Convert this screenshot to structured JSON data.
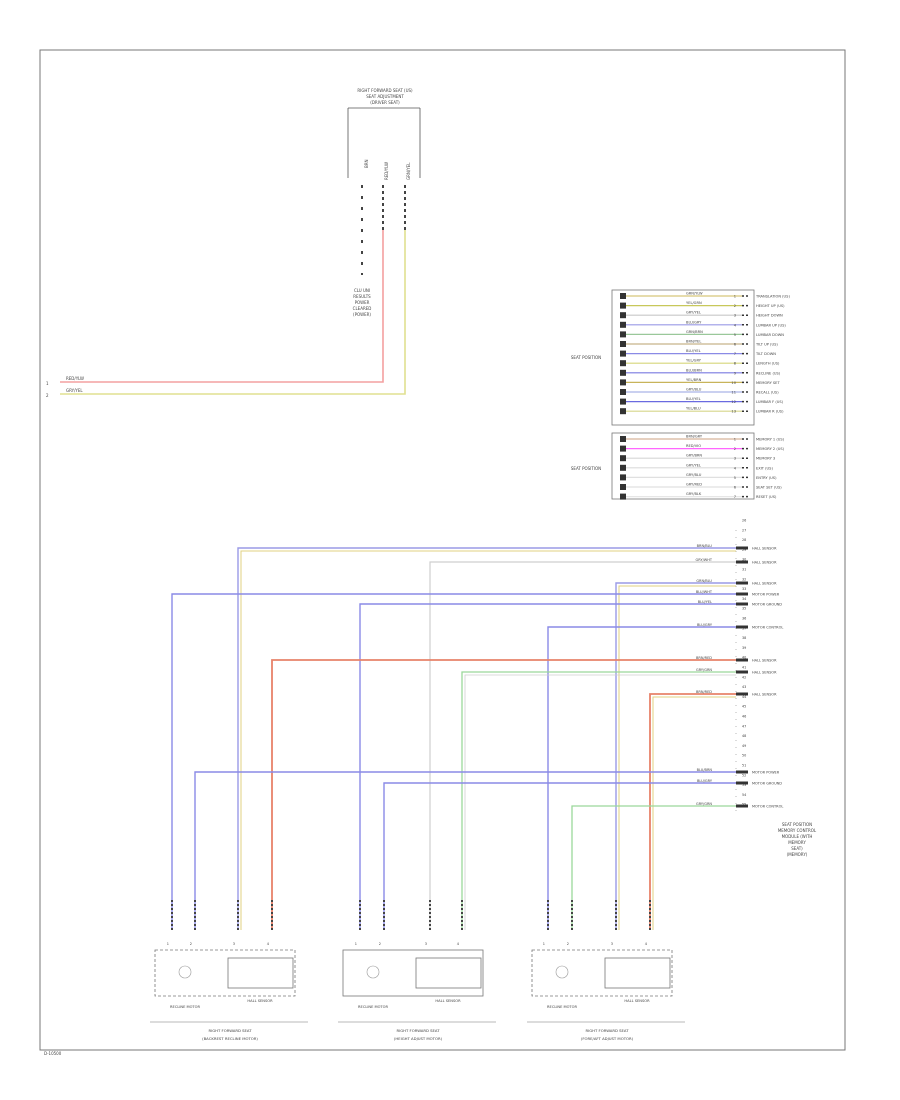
{
  "top_connector": {
    "title_lines": [
      "RIGHT FORWARD SEAT (US)",
      "SEAT ADJUSTMENT",
      "(DRIVER SEAT)"
    ],
    "pin_labels": [
      "BRN",
      "RED/YLW",
      "GRN/YEL"
    ],
    "note_lines": [
      "CLU UNI",
      "RESULTS",
      "POWER",
      "CLEARED",
      "(POWER)"
    ]
  },
  "left_inputs": [
    {
      "pin": "1",
      "wire": "RED/YLW"
    },
    {
      "pin": "2",
      "wire": "GRY/YEL"
    }
  ],
  "module": {
    "group1_label": "SEAT POSITION",
    "group2_label": "SEAT POSITION",
    "label_lines": [
      "SEAT POSITION",
      "MEMORY CONTROL",
      "MODULE (WITH",
      "MEMORY",
      "SEAT)",
      "(MEMORY)"
    ]
  },
  "group1_rows": [
    {
      "wire": "GRN/YLW",
      "pin": "1",
      "func": "TRANSLATION (US)",
      "color": "#d8c87a"
    },
    {
      "wire": "YEL/GRN",
      "pin": "2",
      "func": "HEIGHT UP (US)",
      "color": "#c8c85a"
    },
    {
      "wire": "GRY/YEL",
      "pin": "3",
      "func": "HEIGHT DOWN",
      "color": "#c8c8c8"
    },
    {
      "wire": "BLU/GRY",
      "pin": "4",
      "func": "LUMBAR UP (US)",
      "color": "#9a9ae6"
    },
    {
      "wire": "GRN/BRN",
      "pin": "5",
      "func": "LUMBAR DOWN",
      "color": "#9ac89a"
    },
    {
      "wire": "BRN/YEL",
      "pin": "6",
      "func": "TILT UP (US)",
      "color": "#c8b48a"
    },
    {
      "wire": "BLU/YEL",
      "pin": "7",
      "func": "TILT DOWN",
      "color": "#8a8ae6"
    },
    {
      "wire": "YEL/GRY",
      "pin": "8",
      "func": "LENGTH (US)",
      "color": "#d6d67a"
    },
    {
      "wire": "BLU/BRN",
      "pin": "9",
      "func": "RECLINE (US)",
      "color": "#7a7ae0"
    },
    {
      "wire": "YEL/BRN",
      "pin": "10",
      "func": "MEMORY SET",
      "color": "#c8b45a"
    },
    {
      "wire": "GRY/BLU",
      "pin": "11",
      "func": "RECALL (US)",
      "color": "#aab4e6"
    },
    {
      "wire": "BLU/YEL",
      "pin": "12",
      "func": "LUMBAR F (US)",
      "color": "#6a6ae0"
    },
    {
      "wire": "YEL/BLU",
      "pin": "13",
      "func": "LUMBAR R (US)",
      "color": "#d6d68a"
    }
  ],
  "group2_rows": [
    {
      "wire": "BRN/GRY",
      "pin": "1",
      "func": "MEMORY 1 (US)",
      "color": "#d6b49a"
    },
    {
      "wire": "RED/VIO",
      "pin": "2",
      "func": "MEMORY 2 (US)",
      "color": "#ff66ff"
    },
    {
      "wire": "GRY/BRN",
      "pin": "3",
      "func": "MEMORY 3",
      "color": "#d6d6d6"
    },
    {
      "wire": "GRY/YEL",
      "pin": "4",
      "func": "EXIT (US)",
      "color": "#dcdcdc"
    },
    {
      "wire": "GRY/BLU",
      "pin": "5",
      "func": "ENTRY (US)",
      "color": "#e0e0e0"
    },
    {
      "wire": "GRY/RED",
      "pin": "6",
      "func": "SEAT SET (US)",
      "color": "#e0e0e0"
    },
    {
      "wire": "GRY/BLK",
      "pin": "7",
      "func": "RESET (US)",
      "color": "#e6e6e6"
    }
  ],
  "module_pins": [
    "26",
    "27",
    "28",
    "29",
    "30",
    "31",
    "32",
    "33",
    "34",
    "35",
    "36",
    "37",
    "38",
    "39",
    "40",
    "41",
    "42",
    "43",
    "44",
    "45",
    "46",
    "47",
    "48",
    "49",
    "50",
    "51",
    "52",
    "53",
    "54",
    "55"
  ],
  "module_wires": [
    {
      "id": "w1",
      "wire": "BRN/BLU",
      "pin": "29",
      "func": "HALL SENSOR"
    },
    {
      "id": "w2",
      "wire": "GRY/WHT",
      "pin": "30",
      "func": "HALL SENSOR"
    },
    {
      "id": "w3",
      "wire": "GRN/BLU",
      "pin": "32",
      "func": "HALL SENSOR"
    },
    {
      "id": "w4",
      "wire": "BLU/WHT",
      "pin": "33",
      "func": "MOTOR POWER"
    },
    {
      "id": "w5",
      "wire": "BLU/YEL",
      "pin": "34",
      "func": "MOTOR GROUND"
    },
    {
      "id": "w6",
      "wire": "BLU/GRY",
      "pin": "36",
      "func": "MOTOR CONTROL"
    },
    {
      "id": "w7",
      "wire": "BRN/RED",
      "pin": "39",
      "func": "HALL SENSOR"
    },
    {
      "id": "w8",
      "wire": "GRY/GRN",
      "pin": "40",
      "func": "HALL SENSOR"
    },
    {
      "id": "w9",
      "wire": "BRN/RED",
      "pin": "42",
      "func": "HALL SENSOR"
    },
    {
      "id": "w10",
      "wire": "BLU/BRN",
      "pin": "50",
      "func": "MOTOR POWER"
    },
    {
      "id": "w11",
      "wire": "BLU/GRY",
      "pin": "51",
      "func": "MOTOR GROUND"
    },
    {
      "id": "w12",
      "wire": "GRY/GRN",
      "pin": "52",
      "func": "MOTOR CONTROL"
    }
  ],
  "bottom_components": [
    {
      "pins": [
        "1",
        "2",
        "3",
        "4"
      ],
      "motor_label": "RECLINE MOTOR",
      "sensor_label": "HALL SENSOR",
      "title_lines": [
        "RIGHT FORWARD SEAT",
        "(BACKREST RECLINE MOTOR)"
      ]
    },
    {
      "pins": [
        "1",
        "2",
        "3",
        "4"
      ],
      "motor_label": "RECLINE MOTOR",
      "sensor_label": "HALL SENSOR",
      "title_lines": [
        "RIGHT FORWARD SEAT",
        "(HEIGHT ADJUST MOTOR)"
      ]
    },
    {
      "pins": [
        "1",
        "2",
        "3",
        "4"
      ],
      "motor_label": "RECLINE MOTOR",
      "sensor_label": "HALL SENSOR",
      "title_lines": [
        "RIGHT FORWARD SEAT",
        "(FORE/AFT ADJUST MOTOR)"
      ]
    }
  ],
  "footnote": "D-10500",
  "colors": {
    "blue": "#8a8ae6",
    "red": "#e8826a",
    "yellow": "#e0d080",
    "green": "#9ad89a",
    "gray": "#cfcfcf",
    "pink": "#f4a0a0",
    "line": "#555555"
  }
}
